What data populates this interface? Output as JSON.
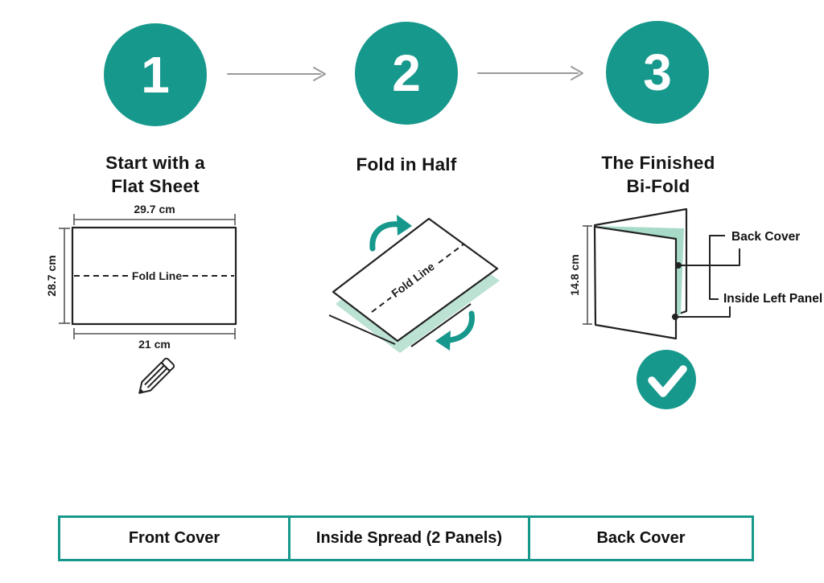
{
  "colors": {
    "teal": "#17988C",
    "mint": "#BCE2D4",
    "mint2": "#A7DBC8",
    "gray": "#9A9A9A",
    "ink": "#222222",
    "dim": "#555555"
  },
  "steps": [
    {
      "number": "1",
      "title_line1": "Start with a",
      "title_line2": "Flat Sheet"
    },
    {
      "number": "2",
      "title_line1": "Fold in Half",
      "title_line2": ""
    },
    {
      "number": "3",
      "title_line1": "The Finished",
      "title_line2": "Bi-Fold"
    }
  ],
  "flat_sheet_diagram": {
    "top_dimension": "29.7 cm",
    "left_dimension": "28.7 cm",
    "bottom_dimension": "21 cm",
    "fold_line_label": "Fold Line"
  },
  "fold_diagram": {
    "fold_line_label": "Fold Line"
  },
  "finished_diagram": {
    "height_dimension": "14.8 cm",
    "callout_back_cover": "Back Cover",
    "callout_inside_left": "Inside Left Panel"
  },
  "panel_table": {
    "cells": [
      "Front Cover",
      "Inside Spread (2 Panels)",
      "Back Cover"
    ]
  },
  "icons": {
    "step1": "pencil-icon",
    "step3": "check-circle-icon",
    "flow": "arrow-right-icon"
  }
}
